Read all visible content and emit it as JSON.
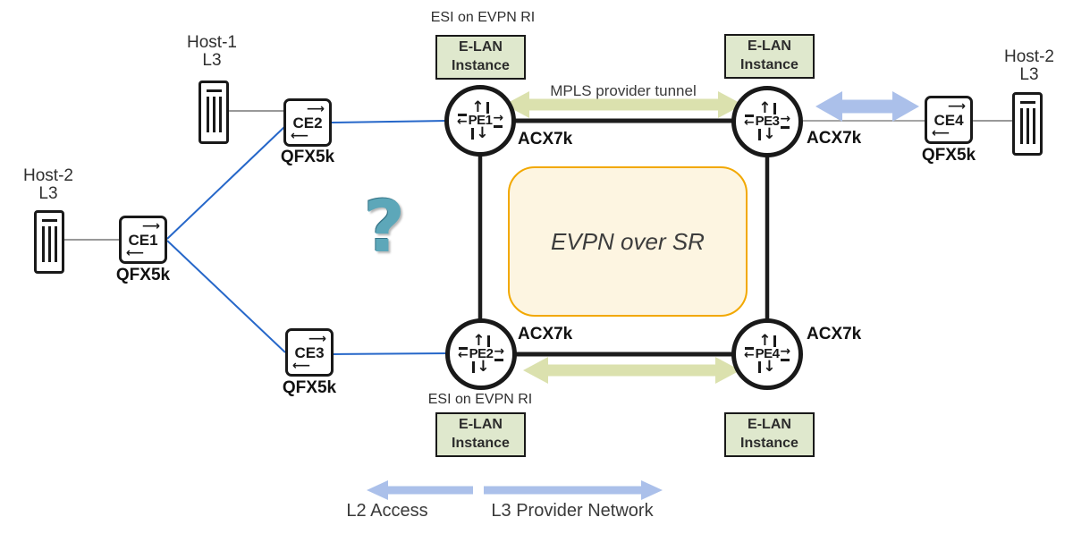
{
  "diagram": {
    "hosts": [
      {
        "line1": "Host-1",
        "line2": "L3"
      },
      {
        "line1": "Host-2",
        "line2": "L3"
      },
      {
        "line1": "Host-2",
        "line2": "L3"
      }
    ],
    "ce": [
      {
        "name": "CE1",
        "model": "QFX5k"
      },
      {
        "name": "CE2",
        "model": "QFX5k"
      },
      {
        "name": "CE3",
        "model": "QFX5k"
      },
      {
        "name": "CE4",
        "model": "QFX5k"
      }
    ],
    "pe": [
      {
        "name": "PE1",
        "model": "ACX7k"
      },
      {
        "name": "PE2",
        "model": "ACX7k"
      },
      {
        "name": "PE3",
        "model": "ACX7k"
      },
      {
        "name": "PE4",
        "model": "ACX7k"
      }
    ],
    "elan_label": {
      "line1": "E-LAN",
      "line2": "Instance"
    },
    "esi_label": "ESI on EVPN RI",
    "mpls_label": "MPLS provider tunnel",
    "core_label": "EVPN over SR",
    "question_mark": "?",
    "legend": {
      "l2": "L2 Access",
      "l3": "L3 Provider Network"
    },
    "colors": {
      "elan_fill": "#dfe8cd",
      "core_fill": "#fdf5e1",
      "core_border": "#f2a800",
      "tunnel_arrow_green": "#dbe1ae",
      "access_arrow_blue": "#abc0ea",
      "link_blue": "#2667c9",
      "link_black": "#1c1c1c",
      "link_gray": "#999999",
      "question_mark_teal": "#5da7b9"
    }
  }
}
